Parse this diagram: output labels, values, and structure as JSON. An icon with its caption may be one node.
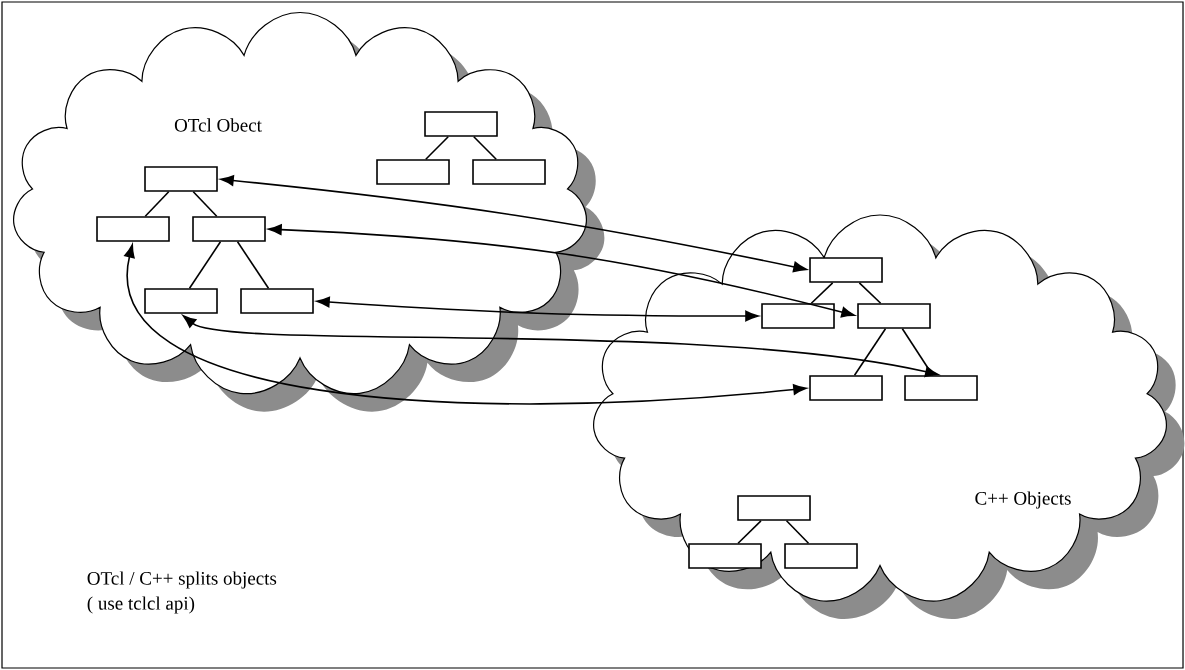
{
  "diagram": {
    "nodes": [
      {
        "text": [
          "OTcl Obect"
        ]
      },
      {
        "text": [
          "C++ Objects"
        ]
      },
      {
        "text": [],
        "shape": "box",
        "in": 0
      },
      {
        "text": [],
        "shape": "box",
        "in": 0
      },
      {
        "text": [],
        "shape": "box",
        "in": 0
      },
      {
        "text": [],
        "shape": "box",
        "in": 0
      },
      {
        "text": [],
        "shape": "box",
        "in": 0
      },
      {
        "text": [],
        "shape": "box",
        "in": 0
      },
      {
        "text": [],
        "shape": "box",
        "in": 0
      },
      {
        "text": [],
        "shape": "box",
        "in": 0
      },
      {
        "text": [],
        "shape": "box",
        "in": 1
      },
      {
        "text": [],
        "shape": "box",
        "in": 1
      },
      {
        "text": [],
        "shape": "box",
        "in": 1
      },
      {
        "text": [],
        "shape": "box",
        "in": 1
      },
      {
        "text": [],
        "shape": "box",
        "in": 1
      },
      {
        "text": [],
        "shape": "box",
        "in": 1
      },
      {
        "text": [],
        "shape": "box",
        "in": 1
      },
      {
        "text": [],
        "shape": "box",
        "in": 1
      }
    ],
    "edges": [
      {
        "from": 2,
        "to": 3,
        "arrow": "none"
      },
      {
        "from": 2,
        "to": 4,
        "arrow": "none"
      },
      {
        "from": 4,
        "to": 5,
        "arrow": "none"
      },
      {
        "from": 4,
        "to": 6,
        "arrow": "none"
      },
      {
        "from": 7,
        "to": 8,
        "arrow": "none"
      },
      {
        "from": 7,
        "to": 9,
        "arrow": "none"
      },
      {
        "from": 10,
        "to": 11,
        "arrow": "none"
      },
      {
        "from": 10,
        "to": 12,
        "arrow": "none"
      },
      {
        "from": 12,
        "to": 13,
        "arrow": "none"
      },
      {
        "from": 12,
        "to": 14,
        "arrow": "none"
      },
      {
        "from": 15,
        "to": 16,
        "arrow": "none"
      },
      {
        "from": 15,
        "to": 17,
        "arrow": "none"
      },
      {
        "from": 2,
        "to": 10,
        "arrow": "both"
      },
      {
        "from": 4,
        "to": 12,
        "arrow": "both"
      },
      {
        "from": 6,
        "to": 11,
        "arrow": "both"
      },
      {
        "from": 5,
        "to": 14,
        "arrow": "both"
      },
      {
        "from": 3,
        "to": 13,
        "arrow": "both"
      }
    ],
    "labels": [
      "OTcl / C++ splits objects",
      "( use tclcl api)"
    ]
  }
}
